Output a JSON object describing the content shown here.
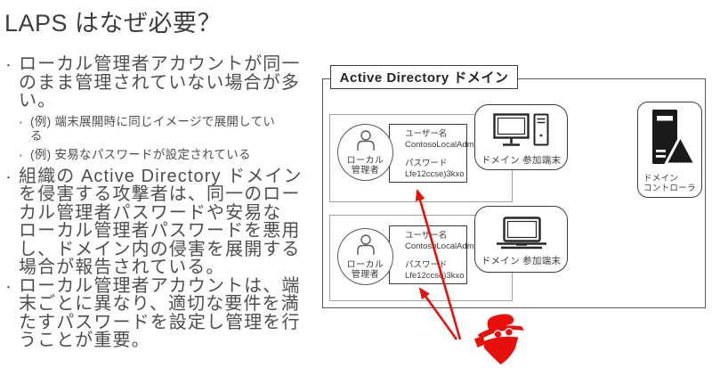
{
  "slide": {
    "title": "LAPS はなぜ必要？",
    "bullets": {
      "b1": "ローカル管理者アカウントが同一\nのまま管理されていない場合が多\nい。",
      "b1_sub1": "(例) 端末展開時に同じイメージで展開してい\nる",
      "b1_sub2": "(例) 安易なパスワードが設定されている",
      "b2": "組織の Active Directory ドメイン\nを侵害する攻撃者は、同一のロー\nカル管理者パスワードや安易な\nローカル管理者パスワードを悪用\nし、ドメイン内の侵害を展開する\n場合が報告されている。",
      "b3": "ローカル管理者アカウントは、端\n末ごとに異なり、適切な要件を満\nたすパスワードを設定し管理を行\nうことが重要。"
    }
  },
  "diagram": {
    "domain_label": "Active Directory ドメイン",
    "account1": {
      "role": "ローカル\n管理者",
      "username_label": "ユーザー名",
      "username": "ContosoLocalAdm",
      "password_label": "パスワード",
      "password": "Lfe12ccse)3kxo"
    },
    "account2": {
      "role": "ローカル\n管理者",
      "username_label": "ユーザー名",
      "username": "ContosoLocalAdm",
      "password_label": "パスワード",
      "password": "Lfe12ccse)3kxo"
    },
    "device1_label": "ドメイン 参加端末",
    "device2_label": "ドメイン 参加端末",
    "dc_label": "ドメイン\nコントローラ",
    "colors": {
      "attack_red": "#e8100c",
      "icon_black": "#1f1f1f"
    }
  }
}
